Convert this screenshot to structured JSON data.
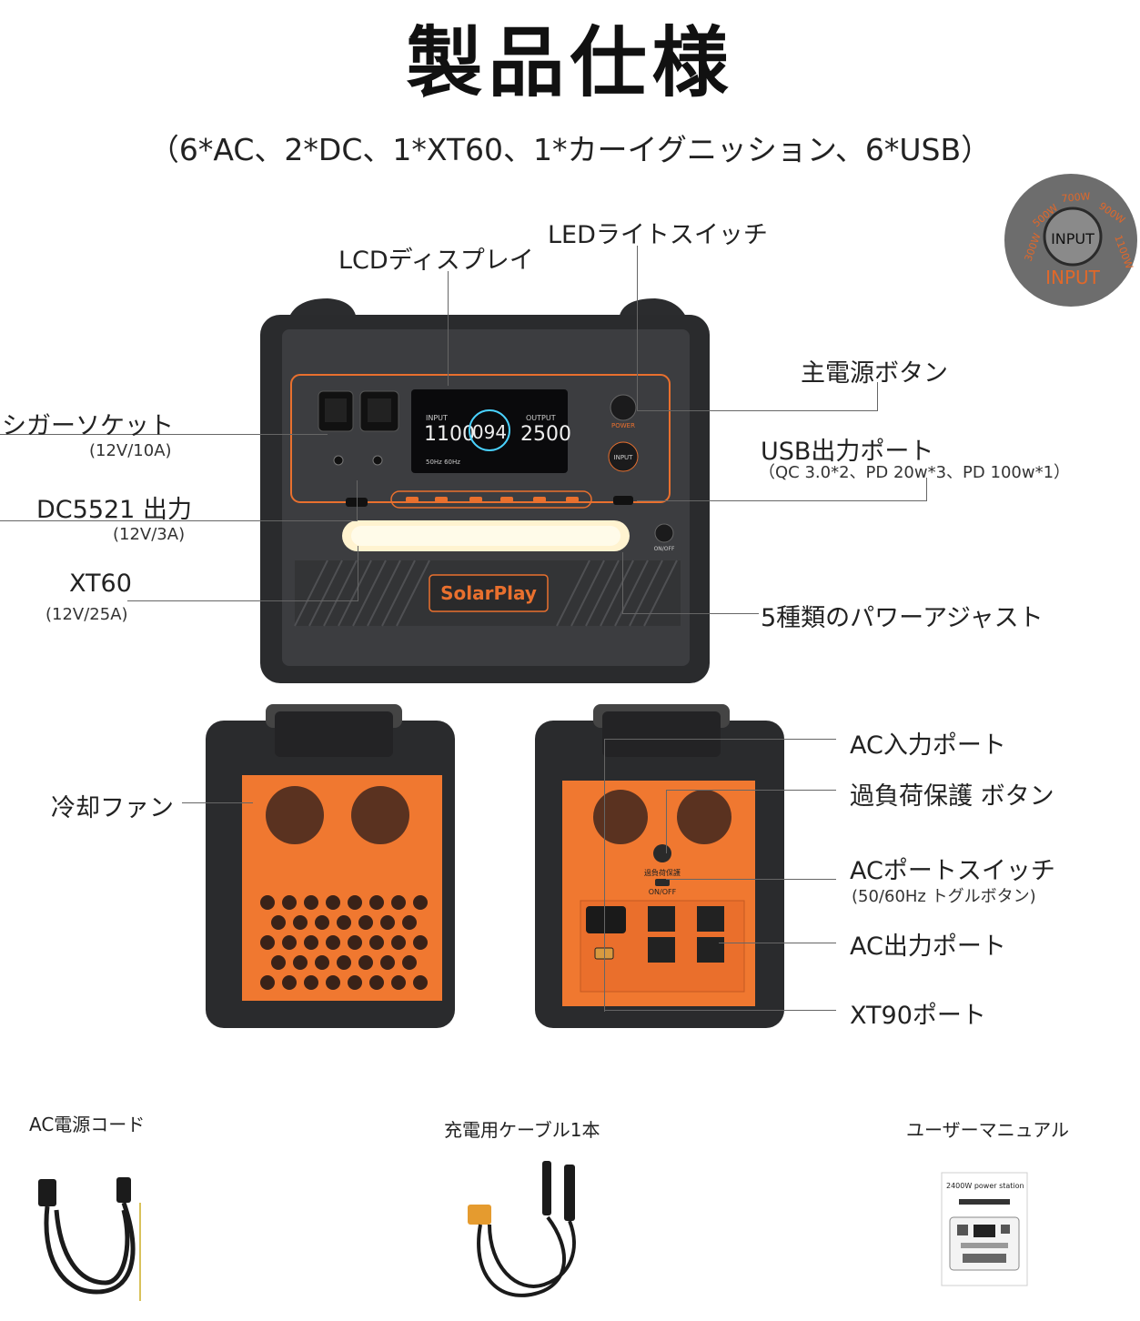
{
  "title": "製品仕様",
  "subtitle": "（6*AC、2*DC、1*XT60、1*カーイグニッション、6*USB）",
  "badge": {
    "center": "INPUT",
    "bottom": "INPUT",
    "ring": [
      "300W",
      "500W",
      "700W",
      "900W",
      "1100W"
    ]
  },
  "front_labels": {
    "lcd": "LCDディスプレイ",
    "led_switch": "LEDライトスイッチ",
    "main_power": "主電源ボタン",
    "cigar": "シガーソケット",
    "cigar_spec": "(12V/10A)",
    "usb": "USB出力ポート",
    "usb_spec": "（QC 3.0*2、PD 20w*3、PD 100w*1）",
    "dc5521": "DC5521 出力",
    "dc5521_spec": "(12V/3A)",
    "xt60": "XT60",
    "xt60_spec": "(12V/25A)",
    "power_adjust": "5種類のパワーアジャスト"
  },
  "device": {
    "brand": "SolarPlay",
    "lcd_input_label": "INPUT",
    "lcd_input_value": "1100",
    "lcd_output_label": "OUTPUT",
    "lcd_output_value": "2500",
    "lcd_center": "094",
    "lcd_freq": "50Hz 60Hz",
    "power_label": "POWER",
    "input_label": "INPUT",
    "onoff_label": "ON/OFF",
    "back_overload": "過負荷保護",
    "back_onoff": "ON/OFF"
  },
  "back_labels": {
    "cooling_fan": "冷却ファン",
    "ac_input": "AC入力ポート",
    "overload": "過負荷保護 ボタン",
    "ac_switch": "ACポートスイッチ",
    "ac_switch_spec": "(50/60Hz トグルボタン)",
    "ac_output": "AC出力ポート",
    "xt90": "XT90ポート"
  },
  "accessories": [
    {
      "name": "AC電源コード"
    },
    {
      "name": "充電用ケーブル1本"
    },
    {
      "name": "ユーザーマニュアル",
      "manual_title": "2400W power station"
    }
  ],
  "colors": {
    "accent": "#f07830",
    "device_body": "#3a3b3d",
    "device_dark": "#1e1f21",
    "lcd_bg": "#0a0a0c"
  }
}
